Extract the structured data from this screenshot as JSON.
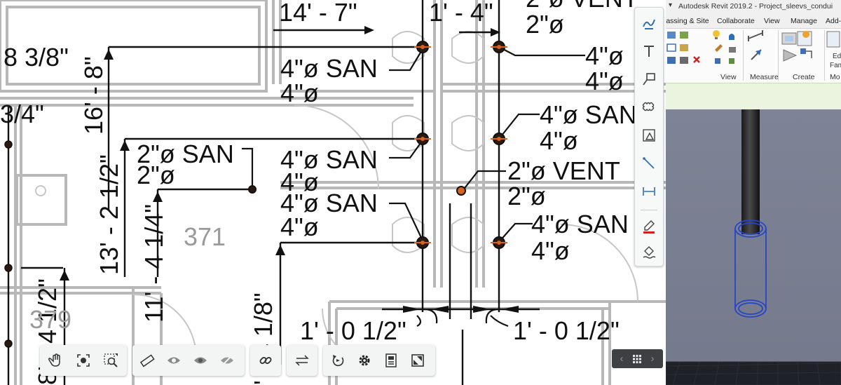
{
  "drawing": {
    "dimensions": {
      "d_14_7": "14' - 7\"",
      "d_1_4": "1' - 4\"",
      "d_8_3_8": "8 3/8\"",
      "d_16_8": "16' - 8\"",
      "d_3_4": "3/4\"",
      "d_13_2_half": "13' - 2 1/2\"",
      "d_11_4_quarter": "11' - 4 1/4\"",
      "d_4_1_8": "' - 4 1/8\"",
      "d_4_half": "4 1/2\"",
      "d_8_bottom": "8'",
      "d_1_0_half_left": "1' - 0 1/2\"",
      "d_1_0_half_right": "1' - 0 1/2\""
    },
    "pipe_tags": {
      "vent_top": "2\"ø VENT",
      "vent_top_size": "2\"ø",
      "san_a": "4\"ø SAN",
      "san_a_size": "4\"ø",
      "san_b_top": "4\"ø",
      "san_b_size": "4\"ø",
      "san_c": "4\"ø SAN",
      "san_c_size": "4\"ø",
      "san_d": "2\"ø SAN",
      "san_d_size": "2\"ø",
      "san_e": "4\"ø SAN",
      "san_e_size": "4\"ø",
      "vent_mid": "2\"ø VENT",
      "vent_mid_size": "2\"ø",
      "san_f": "4\"ø SAN",
      "san_f_size": "4\"ø",
      "san_g": "4\"ø SAN",
      "san_g_size": "4\"ø"
    },
    "rooms": {
      "r371": "371",
      "r379": "379"
    }
  },
  "markup_toolbar": {
    "items": [
      {
        "icon": "freehand-markup-icon"
      },
      {
        "icon": "text-markup-icon"
      },
      {
        "icon": "callout-markup-icon"
      },
      {
        "icon": "cloud-markup-icon"
      },
      {
        "icon": "area-markup-icon"
      },
      {
        "icon": "line-markup-icon"
      },
      {
        "icon": "dimension-markup-icon"
      },
      {
        "icon": "pen-color-icon"
      },
      {
        "icon": "fill-style-icon"
      }
    ]
  },
  "nav_toolbar": {
    "groups": [
      [
        "pan-icon",
        "fit-view-icon",
        "zoom-window-icon"
      ],
      [
        "measure-icon",
        "visibility-eye-icon",
        "visibility-eye-alt-icon",
        "visibility-eye-hide-icon"
      ],
      [
        "link-icon"
      ],
      [
        "compare-arrows-icon"
      ],
      [
        "orbit-icon",
        "settings-gear-icon",
        "properties-icon",
        "fullscreen-icon"
      ]
    ]
  },
  "pager": {
    "prev": "‹",
    "next": "›",
    "grid_icon": "sheet-grid-icon"
  },
  "revit": {
    "title": "Autodesk Revit 2019.2 - Project_sleevs_condui",
    "tabs": [
      "lassing & Site",
      "Collaborate",
      "View",
      "Manage",
      "Add-"
    ],
    "panels": [
      "View",
      "Measure",
      "Create",
      "Mo"
    ],
    "extra_labels": {
      "edit": "Ed",
      "family": "Fam"
    }
  },
  "colors": {
    "pipe_orange": "#d9631a",
    "background_lines": "#b5b5b5",
    "viewport_bg": "#7a7e91",
    "selection_blue": "#2744c8"
  }
}
